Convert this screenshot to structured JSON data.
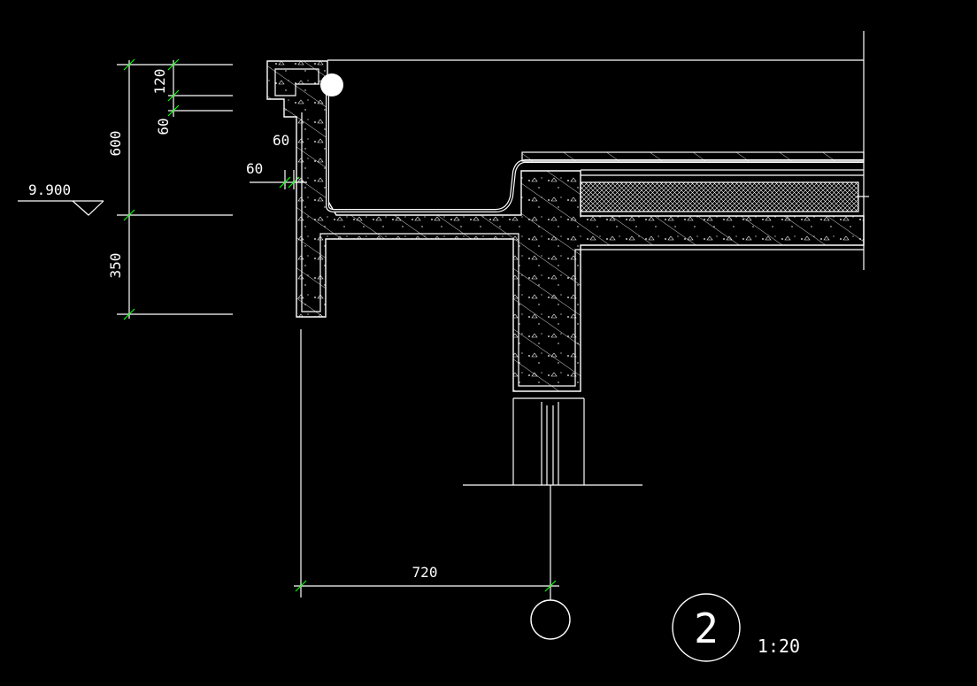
{
  "colors": {
    "background": "#000000",
    "line": "#ffffff",
    "tick": "#00ff00"
  },
  "dimensions": {
    "d120": "120",
    "d60_top": "60",
    "d600": "600",
    "d60_a": "60",
    "d60_b": "60",
    "d350": "350",
    "d720": "720"
  },
  "elevation": {
    "value": "9.900"
  },
  "detail": {
    "number": "2",
    "scale": "1:20"
  }
}
